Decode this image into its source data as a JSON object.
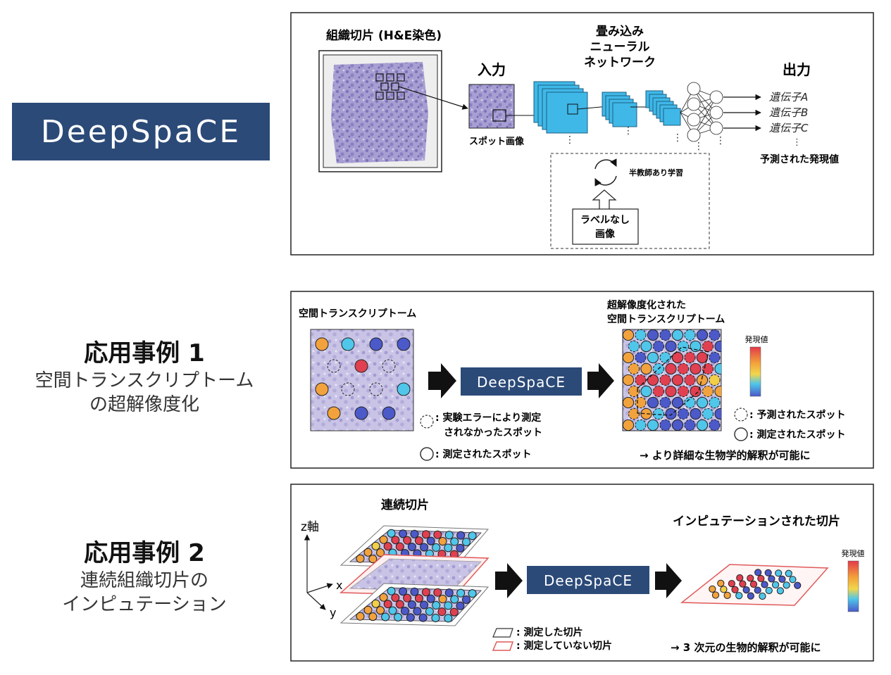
{
  "logo": {
    "text": "DeepSpaCE",
    "color": "#2b4a78"
  },
  "app1": {
    "title": "応用事例 1",
    "subtitle_lines": [
      "空間トランスクリプトーム",
      "の超解像度化"
    ]
  },
  "app2": {
    "title": "応用事例 2",
    "subtitle_lines": [
      "連続組織切片の",
      "インピュテーション"
    ]
  },
  "panel1": {
    "tissue_title": "組織切片 (H&E染色)",
    "input_title": "入力",
    "input_caption": "スポット画像",
    "cnn_title_lines": [
      "畳み込み",
      "ニューラル",
      "ネットワーク"
    ],
    "output_title": "出力",
    "genes": [
      "遺伝子A",
      "遺伝子B",
      "遺伝子C"
    ],
    "ellipsis": "⋮",
    "output_caption": "予測された発現値",
    "semi_supervised": "半教師あり学習",
    "unlabeled_lines": [
      "ラベルなし",
      "画像"
    ]
  },
  "panel2": {
    "left_title": "空間トランスクリプトーム",
    "right_title_lines": [
      "超解像度化された",
      "空間トランスクリプトーム"
    ],
    "arrow_box": "DeepSpaCE",
    "colorbar_label": "発現値",
    "legend_error_lines": [
      ": 実験エラーにより測定",
      "されなかったスポット"
    ],
    "legend_measured_left": ": 測定されたスポット",
    "legend_predicted": ": 予測されたスポット",
    "legend_measured_right": ": 測定されたスポット",
    "conclusion": "→ より詳細な生物学的解釈が可能に"
  },
  "panel3": {
    "left_title": "連続切片",
    "right_title": "インピュテーションされた切片",
    "axis_z": "z軸",
    "axis_x": "x",
    "axis_y": "y",
    "arrow_box": "DeepSpaCE",
    "colorbar_label": "発現値",
    "legend_measured": ": 測定した切片",
    "legend_unmeasured": ": 測定していない切片",
    "conclusion": "→ 3 次元の生物的解釈が可能に"
  },
  "colors": {
    "blue_dark": "#2b4a78",
    "cyan": "#3fb8e8",
    "tissue": "#8f86c4",
    "red": "#e04050",
    "orange": "#f2a23c",
    "yellow": "#f2cf48",
    "lightblue": "#4fc6ea",
    "navy": "#4b59c9"
  }
}
